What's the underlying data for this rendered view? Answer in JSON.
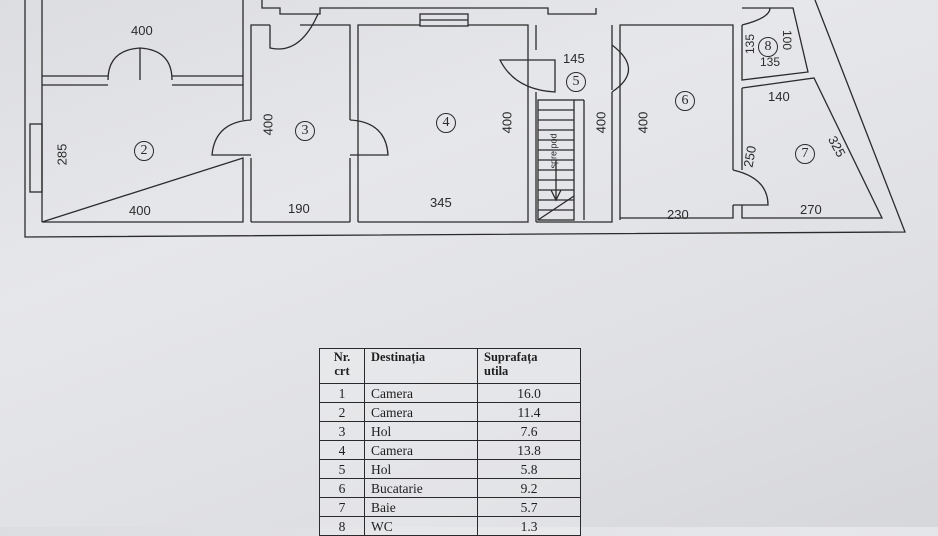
{
  "rooms": {
    "r2": "2",
    "r3": "3",
    "r4": "4",
    "r5": "5",
    "r6": "6",
    "r7": "7",
    "r8": "8"
  },
  "dimensions": {
    "top_room_width": "400",
    "room2_width": "400",
    "room2_depth": "285",
    "room3_depth": "400",
    "room3_width": "190",
    "room4_width": "345",
    "room4_depth": "400",
    "room5_width": "145",
    "room5_depth": "400",
    "room6_depth": "400",
    "room6_width": "230",
    "room7_top": "140",
    "room7_side": "250",
    "room7_diag": "325",
    "room7_bottom": "270",
    "room8_a": "135",
    "room8_b": "135",
    "room8_c": "100"
  },
  "stair_label": "spre pod",
  "legend": {
    "headers": {
      "nr": "Nr.\ncrt",
      "dest": "Destinația",
      "sup": "Suprafața\nutila"
    },
    "rows": [
      {
        "nr": "1",
        "dest": "Camera",
        "sup": "16.0"
      },
      {
        "nr": "2",
        "dest": "Camera",
        "sup": "11.4"
      },
      {
        "nr": "3",
        "dest": "Hol",
        "sup": "7.6"
      },
      {
        "nr": "4",
        "dest": "Camera",
        "sup": "13.8"
      },
      {
        "nr": "5",
        "dest": "Hol",
        "sup": "5.8"
      },
      {
        "nr": "6",
        "dest": "Bucatarie",
        "sup": "9.2"
      },
      {
        "nr": "7",
        "dest": "Baie",
        "sup": "5.7"
      },
      {
        "nr": "8",
        "dest": "WC",
        "sup": "1.3"
      }
    ]
  },
  "colors": {
    "ink": "#2b2b2b",
    "paper": "#e2e3e6"
  }
}
